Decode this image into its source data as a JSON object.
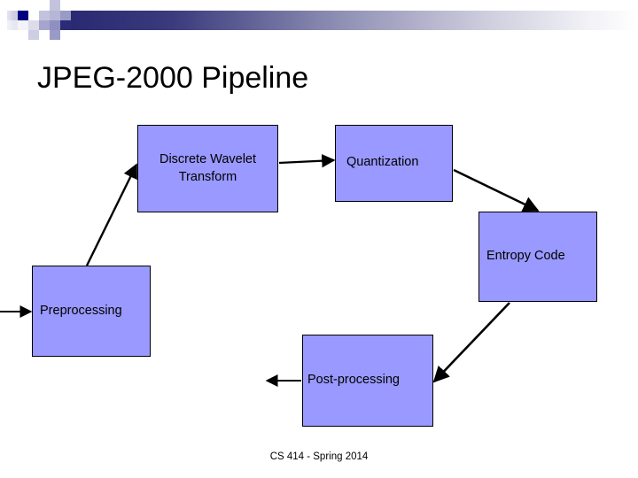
{
  "slide": {
    "title": "JPEG-2000 Pipeline",
    "footer": "CS 414 - Spring 2014",
    "colors": {
      "box_fill": "#9999ff",
      "box_border": "#000000",
      "band_dark": "#1f1f70",
      "band_mid": "#9a9ac4",
      "text": "#000000",
      "background": "#ffffff"
    }
  },
  "diagram": {
    "type": "flowchart",
    "boxes": [
      {
        "id": "dwt",
        "label": "Discrete  Wavelet\nTransform"
      },
      {
        "id": "quantization",
        "label": "Quantization"
      },
      {
        "id": "entropy",
        "label": "Entropy Code"
      },
      {
        "id": "preprocessing",
        "label": "Preprocessing"
      },
      {
        "id": "postprocessing",
        "label": "Post-processing"
      }
    ],
    "connections": [
      {
        "from": "input",
        "to": "preprocessing"
      },
      {
        "from": "preprocessing",
        "to": "dwt"
      },
      {
        "from": "dwt",
        "to": "quantization"
      },
      {
        "from": "quantization",
        "to": "entropy"
      },
      {
        "from": "entropy",
        "to": "postprocessing"
      },
      {
        "from": "postprocessing",
        "to": "output"
      }
    ]
  }
}
